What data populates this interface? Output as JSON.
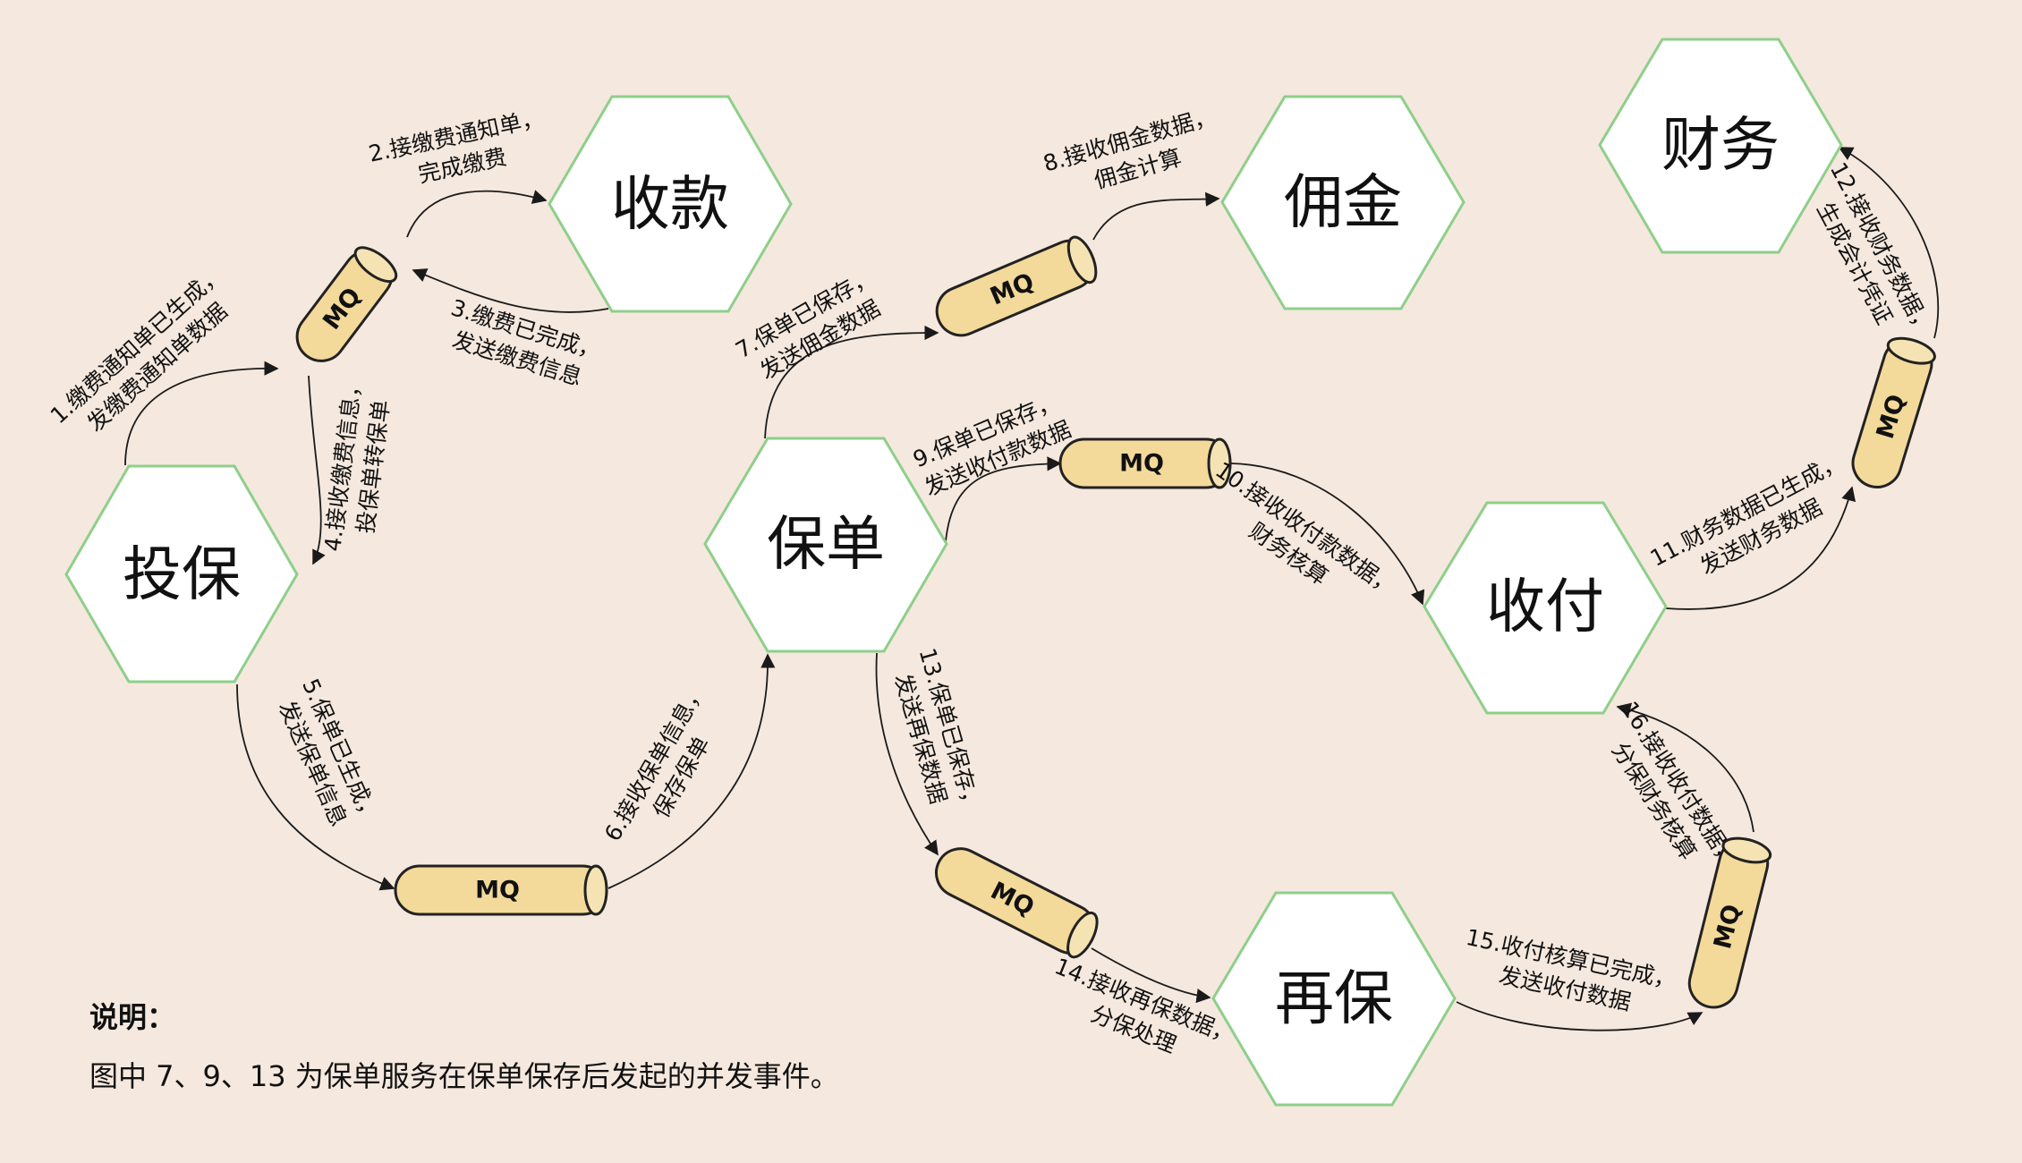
{
  "services": {
    "toubao": "投保",
    "shoukuan": "收款",
    "baodan": "保单",
    "yongjin": "佣金",
    "caiwu": "财务",
    "shoufu": "收付",
    "zaibao": "再保"
  },
  "queue_label": "MQ",
  "steps": {
    "s1": [
      "1.缴费通知单已生成，",
      "发缴费通知单数据"
    ],
    "s2": [
      "2.接缴费通知单，",
      "完成缴费"
    ],
    "s3": [
      "3.缴费已完成，",
      "发送缴费信息"
    ],
    "s4": [
      "4.接收缴费信息，",
      "投保单转保单"
    ],
    "s5": [
      "5.保单已生成，",
      "发送保单信息"
    ],
    "s6": [
      "6.接收保单信息，",
      "保存保单"
    ],
    "s7": [
      "7.保单已保存，",
      "发送佣金数据"
    ],
    "s8": [
      "8.接收佣金数据，",
      "佣金计算"
    ],
    "s9": [
      "9.保单已保存，",
      "发送收付款数据"
    ],
    "s10": [
      "10.接收收付款数据，",
      "财务核算"
    ],
    "s11": [
      "11.财务数据已生成，",
      "发送财务数据"
    ],
    "s12": [
      "12.接收财务数据，",
      "生成会计凭证"
    ],
    "s13": [
      "13.保单已保存，",
      "发送再保数据"
    ],
    "s14": [
      "14.接收再保数据，",
      "分保处理"
    ],
    "s15": [
      "15.收付核算已完成，",
      "发送收付数据"
    ],
    "s16": [
      "16.接收收付数据，",
      "分保财务核算"
    ]
  },
  "note": {
    "title": "说明：",
    "text": "图中 7、9、13 为保单服务在保单保存后发起的并发事件。"
  },
  "colors": {
    "background": "#f5e8de",
    "hexagon_fill": "#ffffff",
    "hexagon_border": "#8ecf8a",
    "queue_fill": "#f3d99a"
  }
}
